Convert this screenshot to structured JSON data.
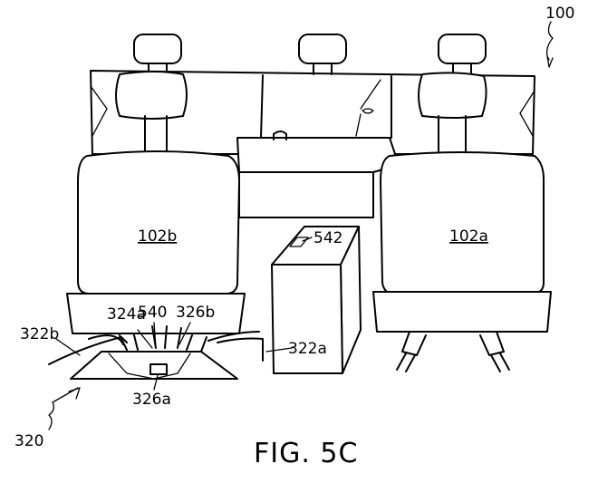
{
  "figure": {
    "caption": "FIG. 5C",
    "labels": {
      "system": "100",
      "seat_left": "102b",
      "seat_right": "102a",
      "device_box": "542",
      "assembly": "320",
      "left_section": "322b",
      "right_section": "322a",
      "hinge_left": "324a",
      "hinge_right": "326b",
      "center": "540",
      "bottom": "326a"
    }
  }
}
